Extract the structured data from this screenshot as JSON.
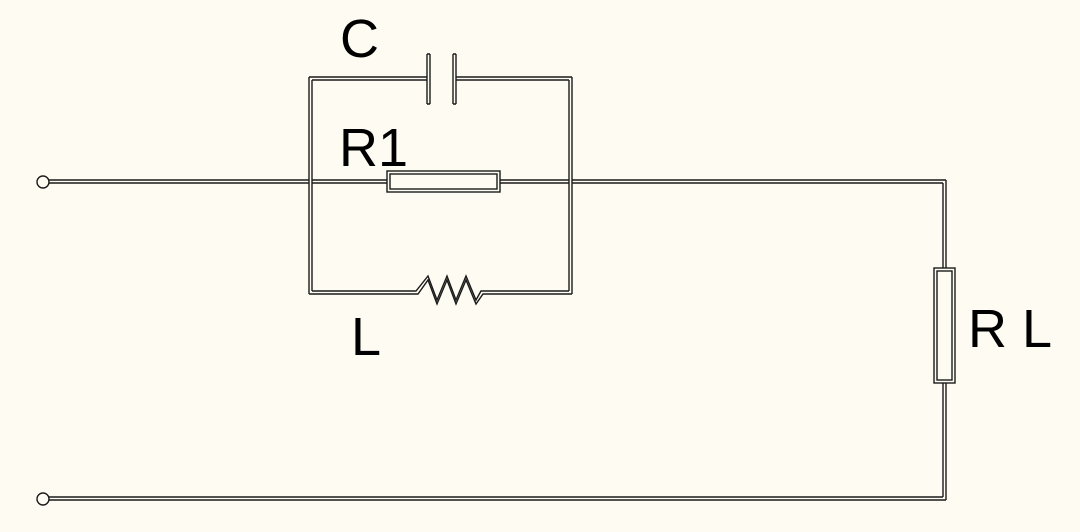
{
  "colors": {
    "background": "#fefcf2",
    "line": "#1a1a1a"
  },
  "labels": {
    "capacitor": "C",
    "resistor": "R1",
    "inductor": "L",
    "load": "R L"
  }
}
